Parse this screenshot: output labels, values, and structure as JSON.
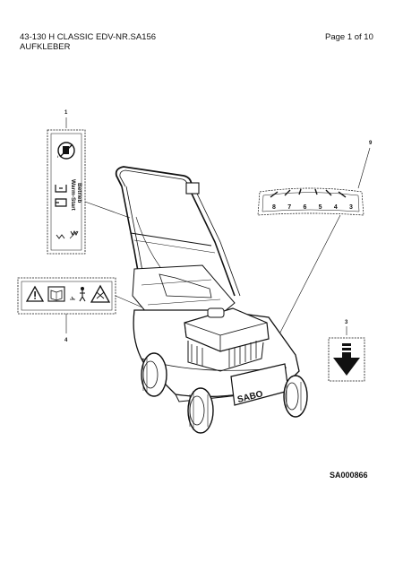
{
  "header": {
    "title": "43-130 H CLASSIC EDV-NR.SA156",
    "subtitle": "AUFKLEBER",
    "page": "Page 1 of 10"
  },
  "document_code": "SA000866",
  "callouts": {
    "c1": "1",
    "c3": "3",
    "c4": "4",
    "c9": "9"
  },
  "decal_1": {
    "warm_start": "Warm-Start",
    "betrieb": "Betrieb"
  },
  "decal_9": {
    "dial_numbers": [
      "8",
      "7",
      "6",
      "5",
      "4",
      "3"
    ]
  },
  "brand": "SABO"
}
